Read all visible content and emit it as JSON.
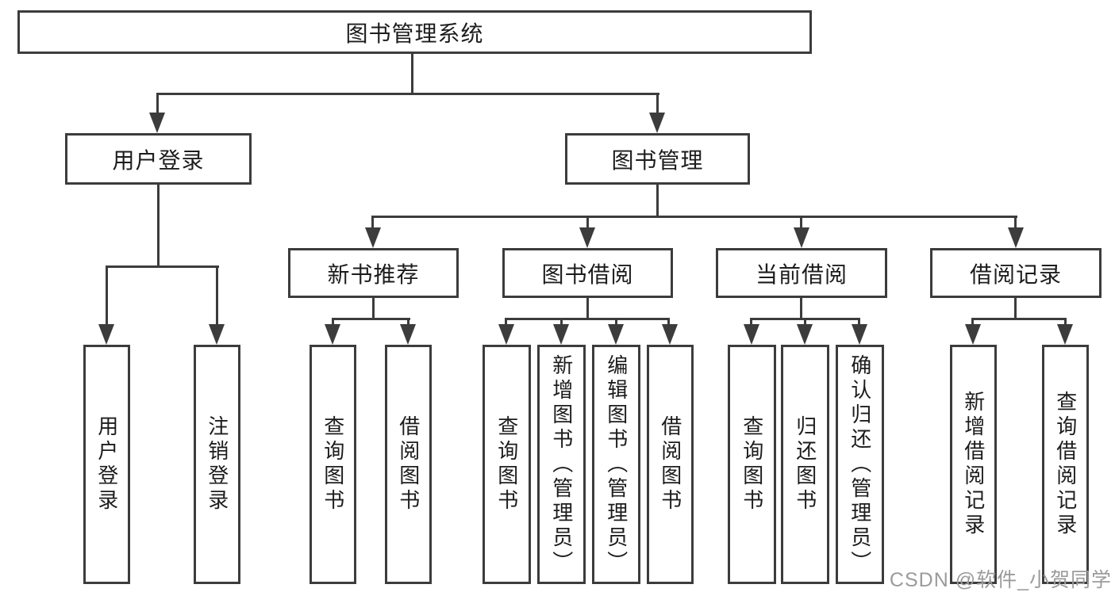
{
  "diagram": {
    "title": "图书管理系统",
    "branches": {
      "login": {
        "label": "用户登录",
        "children": [
          {
            "label": "用户登录"
          },
          {
            "label": "注销登录"
          }
        ]
      },
      "management": {
        "label": "图书管理",
        "modules": [
          {
            "label": "新书推荐",
            "children": [
              {
                "label": "查询图书"
              },
              {
                "label": "借阅图书"
              }
            ]
          },
          {
            "label": "图书借阅",
            "children": [
              {
                "label": "查询图书"
              },
              {
                "label": "新增图书（管理员）"
              },
              {
                "label": "编辑图书（管理员）"
              },
              {
                "label": "借阅图书"
              }
            ]
          },
          {
            "label": "当前借阅",
            "children": [
              {
                "label": "查询图书"
              },
              {
                "label": "归还图书"
              },
              {
                "label": "确认归还（管理员）"
              }
            ]
          },
          {
            "label": "借阅记录",
            "children": [
              {
                "label": "新增借阅记录"
              },
              {
                "label": "查询借阅记录"
              }
            ]
          }
        ]
      }
    }
  },
  "watermark": {
    "text": "CSDN @软件_小贺同学"
  },
  "colors": {
    "line": "#3c3c3c",
    "text": "#1c1c1c",
    "watermark": "#9b9b9b",
    "background": "#ffffff"
  }
}
